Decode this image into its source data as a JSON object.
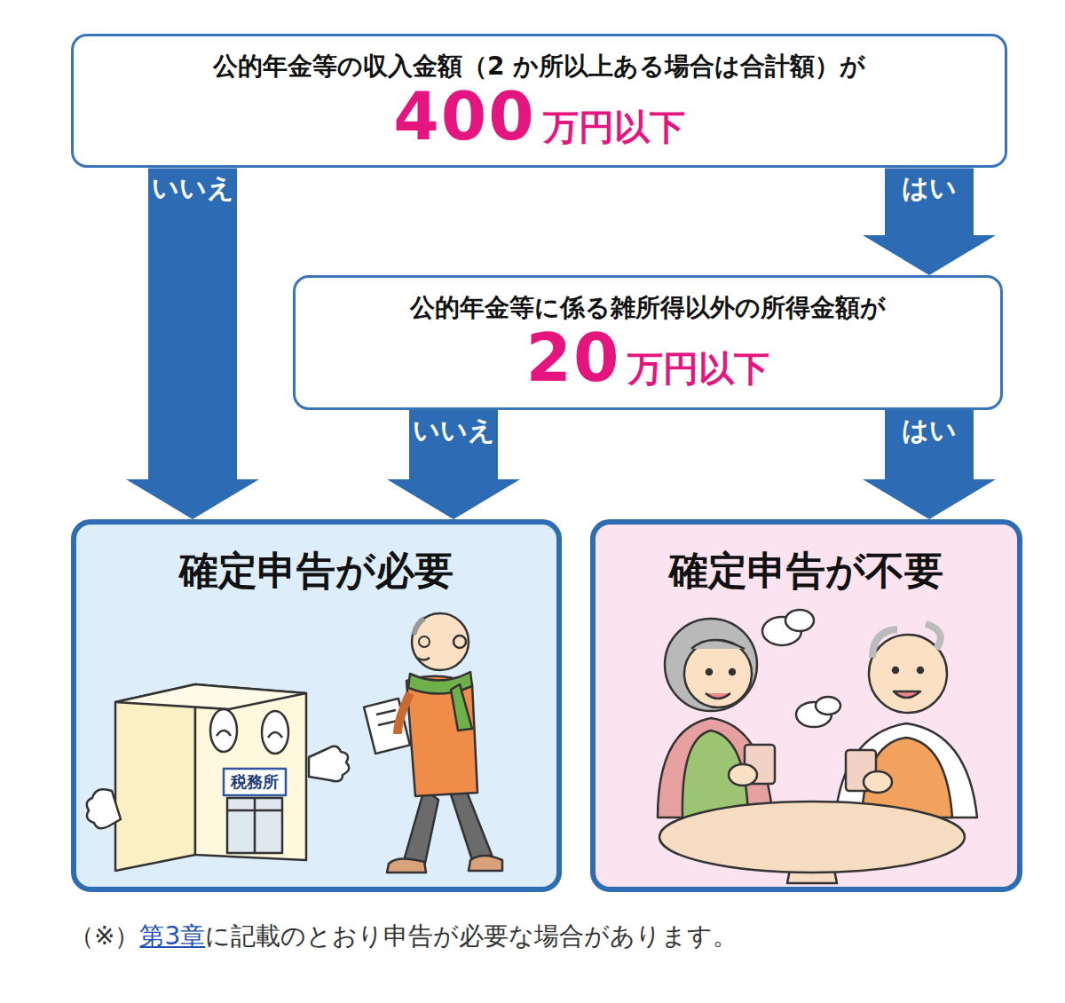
{
  "diagram": {
    "nodes": [
      {
        "text": [
          "公的年金等の収入金額（2 か所以上ある場合は合計額）が",
          "400",
          "万円以下"
        ]
      },
      {
        "text": [
          "公的年金等に係る雑所得以外の所得金額が",
          "20",
          "万円以下"
        ]
      },
      {
        "text": [
          "確定申告が必要"
        ]
      },
      {
        "text": [
          "確定申告が不要"
        ]
      }
    ],
    "edges": [
      {
        "from": 0,
        "to": 2,
        "label": "いいえ",
        "arrow": "to"
      },
      {
        "from": 0,
        "to": 1,
        "label": "はい",
        "arrow": "to"
      },
      {
        "from": 1,
        "to": 2,
        "label": "いいえ",
        "arrow": "to"
      },
      {
        "from": 1,
        "to": 3,
        "label": "はい",
        "arrow": "to"
      }
    ],
    "labels": [
      "税務所",
      "（※）",
      "第3章",
      "に記載のとおり申告が必要な場合があります。"
    ]
  }
}
